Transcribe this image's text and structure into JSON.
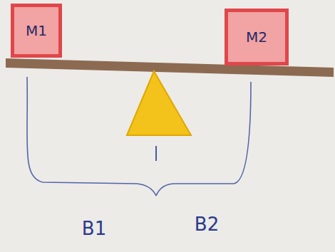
{
  "diagram": {
    "nodes": [
      {
        "text": [
          "M1"
        ]
      },
      {
        "text": [
          "M2"
        ]
      }
    ],
    "labels": [
      "B1",
      "B2"
    ]
  }
}
